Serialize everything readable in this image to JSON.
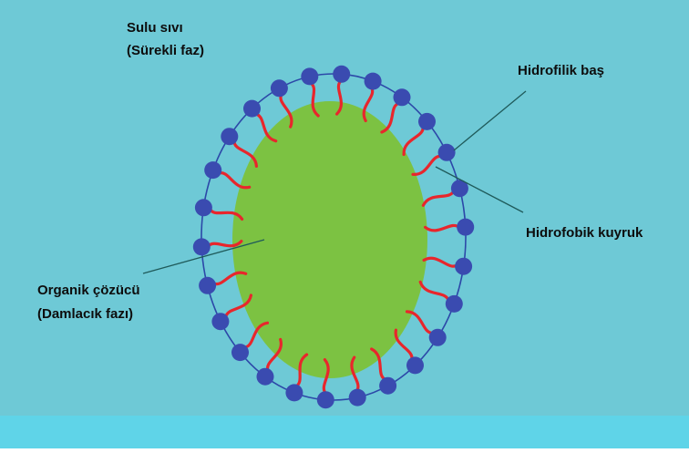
{
  "labels": {
    "aqueous_line1": "Sulu sıvı",
    "aqueous_line2": "(Sürekli faz)",
    "hydrophilic_head": "Hidrofilik baş",
    "hydrophobic_tail": "Hidrofobik kuyruk",
    "organic_line1": "Organik çözücü",
    "organic_line2": "(Damlacık fazı)"
  },
  "colors": {
    "background": "#6ec9d6",
    "bottom_band": "#5fd4e8",
    "droplet_core": "#7cc242",
    "boundary": "#2c48a8",
    "head": "#3a4bb0",
    "tail": "#e8262c",
    "leader_line": "#1f5a5a"
  },
  "surfactant_count": 26
}
